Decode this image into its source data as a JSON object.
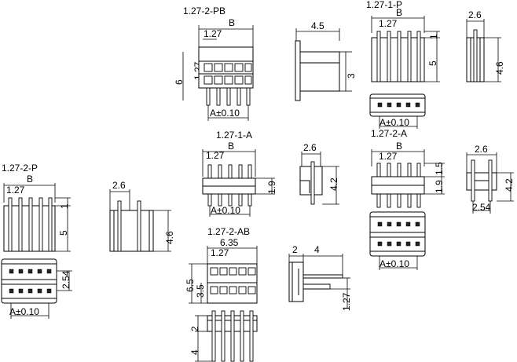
{
  "views": {
    "pb_front": {
      "title": "1.27-2-PB",
      "B": "B",
      "pitch": "1.27",
      "height": "6",
      "pitch_v": "1.27",
      "A": "A±0.10"
    },
    "pb_side": {
      "width": "4.5",
      "height": "3"
    },
    "p1_front": {
      "title": "1.27-1-P",
      "B": "B",
      "pitch": "1.27",
      "top": "1",
      "len": "5"
    },
    "p1_side": {
      "width": "2.6",
      "height": "4.6"
    },
    "p1_bottom": {
      "A": "A±0.10"
    },
    "a1_front": {
      "title": "1.27-1-A",
      "B": "B",
      "pitch": "1.27",
      "height": "1.9",
      "A": "A±0.10"
    },
    "a1_side": {
      "width": "2.6",
      "height": "4.2"
    },
    "a2_front": {
      "title": "1.27-2-A",
      "B": "B",
      "pitch": "1.27",
      "h1": "1.9",
      "h2": "1.5"
    },
    "a2_side": {
      "width": "2.6",
      "height": "4.2",
      "pitch": "2.54"
    },
    "a2_bottom": {
      "A": "A±0.10"
    },
    "p2_front": {
      "title": "1.27-2-P",
      "B": "B",
      "pitch": "1.27",
      "top": "1",
      "len": "5"
    },
    "p2_side": {
      "width": "2.6",
      "height": "4.6"
    },
    "p2_bottom": {
      "pitch": "2.54",
      "A": "A±0.10"
    },
    "ab_front": {
      "title": "1.27-2-AB",
      "width": "6.35",
      "pitch": "1.27",
      "h1": "6.5",
      "h2": "3.5"
    },
    "ab_side": {
      "a": "2",
      "b": "4",
      "pitch": "1.27"
    },
    "ab_lower": {
      "a": "2",
      "b": "4"
    }
  }
}
